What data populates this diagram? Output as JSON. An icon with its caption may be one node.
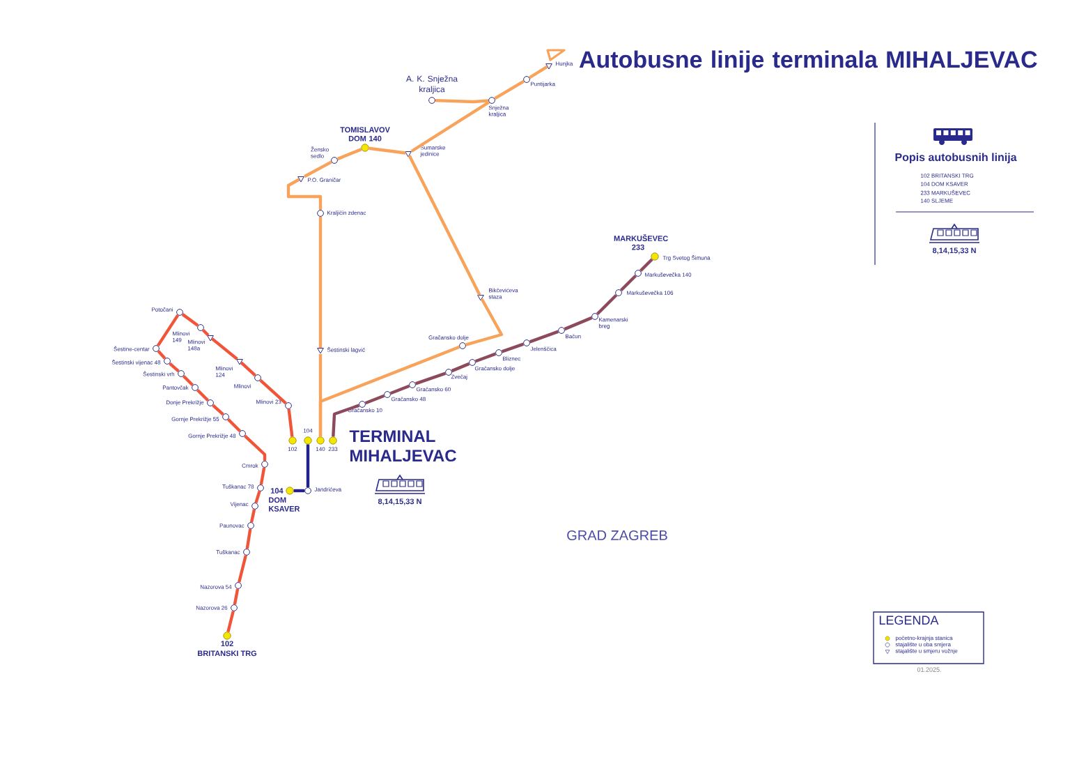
{
  "diagram": {
    "title": "Autobusne linije terminala MIHALJEVAC",
    "nodes": [
      {
        "text": [],
        "shape": "dot",
        "beside": [
          "102"
        ]
      },
      {
        "text": [],
        "shape": "dot",
        "beside": [
          "104"
        ]
      },
      {
        "text": [],
        "shape": "dot",
        "beside": [
          "140"
        ]
      },
      {
        "text": [],
        "shape": "dot",
        "beside": [
          "233"
        ]
      },
      {
        "text": [],
        "shape": "circle",
        "beside": [
          "Mlinovi 23"
        ]
      },
      {
        "text": [],
        "shape": "circle",
        "beside": [
          "Mlinovi"
        ]
      },
      {
        "text": [],
        "shape": "triangle",
        "beside": [
          "Mlinovi 124"
        ]
      },
      {
        "text": [],
        "shape": "triangle",
        "beside": [
          "Mlinovi 148a"
        ]
      },
      {
        "text": [],
        "shape": "circle",
        "beside": [
          "Mlinovi 149"
        ]
      },
      {
        "text": [],
        "shape": "circle",
        "beside": [
          "Potočani"
        ]
      },
      {
        "text": [],
        "shape": "circle",
        "beside": [
          "Šestine-centar"
        ]
      },
      {
        "text": [],
        "shape": "circle",
        "beside": [
          "Šestinski vijenac 48"
        ]
      },
      {
        "text": [],
        "shape": "circle",
        "beside": [
          "Šestinski vrh"
        ]
      },
      {
        "text": [],
        "shape": "circle",
        "beside": [
          "Pantovčak"
        ]
      },
      {
        "text": [],
        "shape": "circle",
        "beside": [
          "Donje Prekrižje"
        ]
      },
      {
        "text": [],
        "shape": "circle",
        "beside": [
          "Gornje Prekrižje 55"
        ]
      },
      {
        "text": [],
        "shape": "circle",
        "beside": [
          "Gornje Prekrižje 48"
        ]
      },
      {
        "text": [],
        "shape": "circle",
        "beside": [
          "Cmrok"
        ]
      },
      {
        "text": [],
        "shape": "circle",
        "beside": [
          "Tuškanac 78"
        ]
      },
      {
        "text": [],
        "shape": "circle",
        "beside": [
          "Vijenac"
        ]
      },
      {
        "text": [],
        "shape": "circle",
        "beside": [
          "Paunovac"
        ]
      },
      {
        "text": [],
        "shape": "circle",
        "beside": [
          "Tuškanac"
        ]
      },
      {
        "text": [],
        "shape": "circle",
        "beside": [
          "Nazorova 54"
        ]
      },
      {
        "text": [],
        "shape": "circle",
        "beside": [
          "Nazorova 26"
        ]
      },
      {
        "text": [],
        "shape": "dot",
        "beside": [
          "102",
          "BRITANSKI TRG"
        ]
      },
      {
        "text": [],
        "shape": "circle",
        "beside": [
          "Jandrićeva"
        ]
      },
      {
        "text": [],
        "shape": "dot",
        "beside": [
          "104",
          "DOM KSAVER"
        ]
      },
      {
        "text": [],
        "shape": "triangle",
        "beside": [
          "Šestinski lagvić"
        ]
      },
      {
        "text": [],
        "shape": "circle",
        "beside": [
          "Kraljičin zdenac"
        ]
      },
      {
        "text": [],
        "shape": "triangle",
        "beside": [
          "P.O. Graničar"
        ]
      },
      {
        "text": [],
        "shape": "circle",
        "beside": [
          "Žensko sedlo"
        ]
      },
      {
        "text": [],
        "shape": "dot",
        "beside": [
          "TOMISLAVOV DOM 140"
        ]
      },
      {
        "text": [],
        "shape": "triangle",
        "beside": [
          "Šumarske jedinice"
        ]
      },
      {
        "text": [],
        "shape": "circle",
        "beside": [
          "Snježna kraljica"
        ]
      },
      {
        "text": [],
        "shape": "circle",
        "beside": [
          "A. K. Snježna kraljica"
        ]
      },
      {
        "text": [],
        "shape": "circle",
        "beside": [
          "Puntijarka"
        ]
      },
      {
        "text": [],
        "shape": "triangle",
        "beside": [
          "Hunjka"
        ]
      },
      {
        "text": [],
        "shape": "triangle",
        "beside": [
          "Bikčevićeva staza"
        ]
      },
      {
        "text": [],
        "shape": "circle",
        "beside": [
          "Gračansko dolje"
        ]
      },
      {
        "text": [],
        "shape": "circle",
        "beside": [
          "Gračansko 10"
        ]
      },
      {
        "text": [],
        "shape": "circle",
        "beside": [
          "Gračansko 48"
        ]
      },
      {
        "text": [],
        "shape": "circle",
        "beside": [
          "Gračansko 60"
        ]
      },
      {
        "text": [],
        "shape": "circle",
        "beside": [
          "Zvečaj"
        ]
      },
      {
        "text": [],
        "shape": "circle",
        "beside": [
          "Gračansko dolje"
        ]
      },
      {
        "text": [],
        "shape": "circle",
        "beside": [
          "Bliznec"
        ]
      },
      {
        "text": [],
        "shape": "circle",
        "beside": [
          "Jelenščica"
        ]
      },
      {
        "text": [],
        "shape": "circle",
        "beside": [
          "Bačun"
        ]
      },
      {
        "text": [],
        "shape": "circle",
        "beside": [
          "Kamenarski breg"
        ]
      },
      {
        "text": [],
        "shape": "circle",
        "beside": [
          "Markuševečka 106"
        ]
      },
      {
        "text": [],
        "shape": "circle",
        "beside": [
          "Markuševečka 140"
        ]
      },
      {
        "text": [],
        "shape": "dot",
        "beside": [
          "MARKUŠEVEC 233",
          "Trg Svetog Šimuna"
        ]
      }
    ],
    "edges": [
      {
        "from": 0,
        "to": 4,
        "arrow": "none"
      },
      {
        "from": 4,
        "to": 5,
        "arrow": "none"
      },
      {
        "from": 5,
        "to": 6,
        "arrow": "none"
      },
      {
        "from": 6,
        "to": 7,
        "arrow": "none"
      },
      {
        "from": 7,
        "to": 8,
        "arrow": "none"
      },
      {
        "from": 8,
        "to": 9,
        "arrow": "none"
      },
      {
        "from": 9,
        "to": 10,
        "arrow": "none"
      },
      {
        "from": 10,
        "to": 11,
        "arrow": "none"
      },
      {
        "from": 11,
        "to": 12,
        "arrow": "none"
      },
      {
        "from": 12,
        "to": 13,
        "arrow": "none"
      },
      {
        "from": 13,
        "to": 14,
        "arrow": "none"
      },
      {
        "from": 14,
        "to": 15,
        "arrow": "none"
      },
      {
        "from": 15,
        "to": 16,
        "arrow": "none"
      },
      {
        "from": 16,
        "to": 17,
        "arrow": "none"
      },
      {
        "from": 17,
        "to": 18,
        "arrow": "none"
      },
      {
        "from": 18,
        "to": 19,
        "arrow": "none"
      },
      {
        "from": 19,
        "to": 20,
        "arrow": "none"
      },
      {
        "from": 20,
        "to": 21,
        "arrow": "none"
      },
      {
        "from": 21,
        "to": 22,
        "arrow": "none"
      },
      {
        "from": 22,
        "to": 23,
        "arrow": "none"
      },
      {
        "from": 23,
        "to": 24,
        "arrow": "none"
      },
      {
        "from": 1,
        "to": 25,
        "arrow": "none",
        "color": "#22228a"
      },
      {
        "from": 25,
        "to": 26,
        "arrow": "none",
        "color": "#22228a"
      },
      {
        "from": 2,
        "to": 27,
        "arrow": "none",
        "color": "#f7a35c"
      },
      {
        "from": 27,
        "to": 28,
        "arrow": "none",
        "color": "#f7a35c"
      },
      {
        "from": 28,
        "to": 29,
        "arrow": "none",
        "color": "#f7a35c"
      },
      {
        "from": 29,
        "to": 30,
        "arrow": "none",
        "color": "#f7a35c"
      },
      {
        "from": 30,
        "to": 31,
        "arrow": "none",
        "color": "#f7a35c"
      },
      {
        "from": 31,
        "to": 32,
        "arrow": "none",
        "color": "#f7a35c"
      },
      {
        "from": 32,
        "to": 33,
        "arrow": "none",
        "color": "#f7a35c"
      },
      {
        "from": 33,
        "to": 34,
        "arrow": "none",
        "color": "#f7a35c"
      },
      {
        "from": 33,
        "to": 35,
        "arrow": "none",
        "color": "#f7a35c"
      },
      {
        "from": 35,
        "to": 36,
        "arrow": "none",
        "color": "#f7a35c"
      },
      {
        "from": 32,
        "to": 37,
        "arrow": "none",
        "color": "#f7a35c"
      },
      {
        "from": 37,
        "to": 38,
        "arrow": "none",
        "color": "#f7a35c"
      },
      {
        "from": 38,
        "to": 2,
        "arrow": "none",
        "color": "#f7a35c"
      },
      {
        "from": 3,
        "to": 39,
        "arrow": "none",
        "color": "#8c4a5c"
      },
      {
        "from": 39,
        "to": 40,
        "arrow": "none",
        "color": "#8c4a5c"
      },
      {
        "from": 40,
        "to": 41,
        "arrow": "none",
        "color": "#8c4a5c"
      },
      {
        "from": 41,
        "to": 42,
        "arrow": "none",
        "color": "#8c4a5c"
      },
      {
        "from": 42,
        "to": 43,
        "arrow": "none",
        "color": "#8c4a5c"
      },
      {
        "from": 43,
        "to": 44,
        "arrow": "none",
        "color": "#8c4a5c"
      },
      {
        "from": 44,
        "to": 45,
        "arrow": "none",
        "color": "#8c4a5c"
      },
      {
        "from": 45,
        "to": 46,
        "arrow": "none",
        "color": "#8c4a5c"
      },
      {
        "from": 46,
        "to": 47,
        "arrow": "none",
        "color": "#8c4a5c"
      },
      {
        "from": 47,
        "to": 48,
        "arrow": "none",
        "color": "#8c4a5c"
      },
      {
        "from": 48,
        "to": 49,
        "arrow": "none",
        "color": "#8c4a5c"
      },
      {
        "from": 49,
        "to": 50,
        "arrow": "none",
        "color": "#8c4a5c"
      }
    ],
    "labels": [
      "Popis autobusnih linija",
      "102 BRITANSKI TRG",
      "104 DOM KSAVER",
      "233 MARKUŠEVEC",
      "140 SLJEME",
      "8,14,15,33 N",
      "TERMINAL MIHALJEVAC",
      "8,14,15,33 N",
      "GRAD ZAGREB",
      "LEGENDA",
      "01.2025."
    ],
    "legend": [
      {
        "text": "početno-krajnja stanica"
      },
      {
        "text": "stajalište u oba smjera"
      },
      {
        "text": "stajalište u smjeru vožnje"
      }
    ]
  }
}
